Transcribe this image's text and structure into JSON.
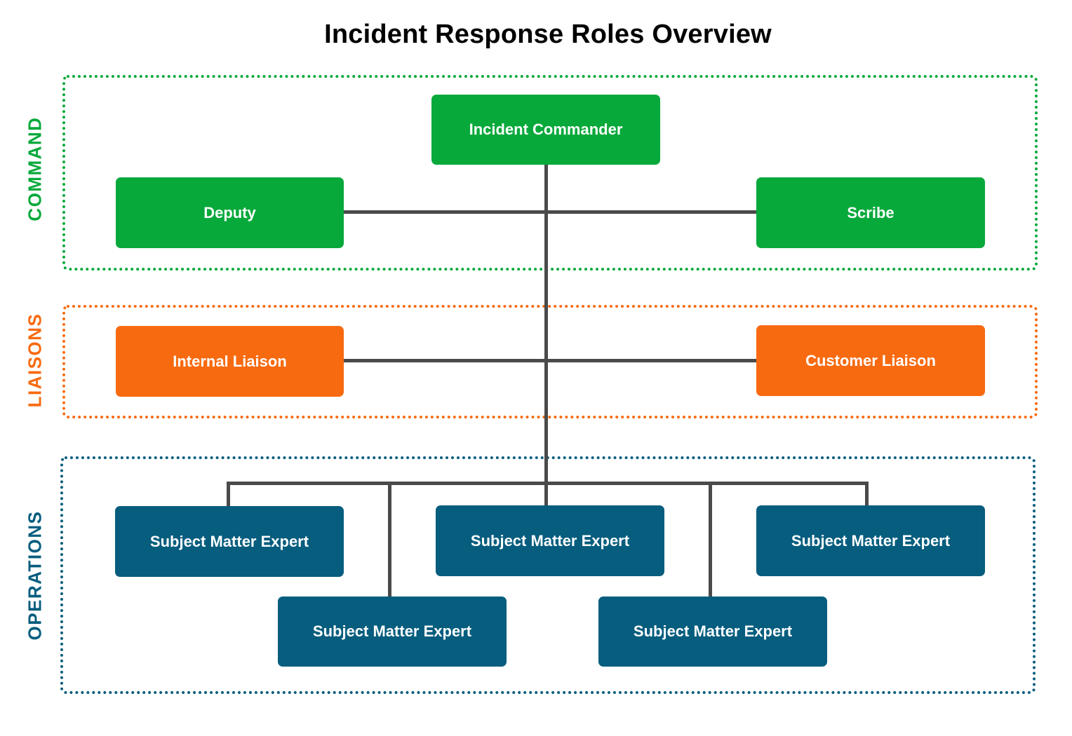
{
  "title": "Incident Response Roles Overview",
  "colors": {
    "command": "#08a93b",
    "liaisons": "#f86a10",
    "operations": "#065d7e",
    "connector": "#4a4a4a"
  },
  "groups": {
    "command": {
      "label": "COMMAND",
      "roles": {
        "commander": "Incident Commander",
        "deputy": "Deputy",
        "scribe": "Scribe"
      }
    },
    "liaisons": {
      "label": "LIAISONS",
      "roles": {
        "internal": "Internal Liaison",
        "customer": "Customer Liaison"
      }
    },
    "operations": {
      "label": "OPERATIONS",
      "roles": [
        "Subject Matter Expert",
        "Subject Matter Expert",
        "Subject Matter Expert",
        "Subject Matter Expert",
        "Subject Matter Expert"
      ]
    }
  }
}
